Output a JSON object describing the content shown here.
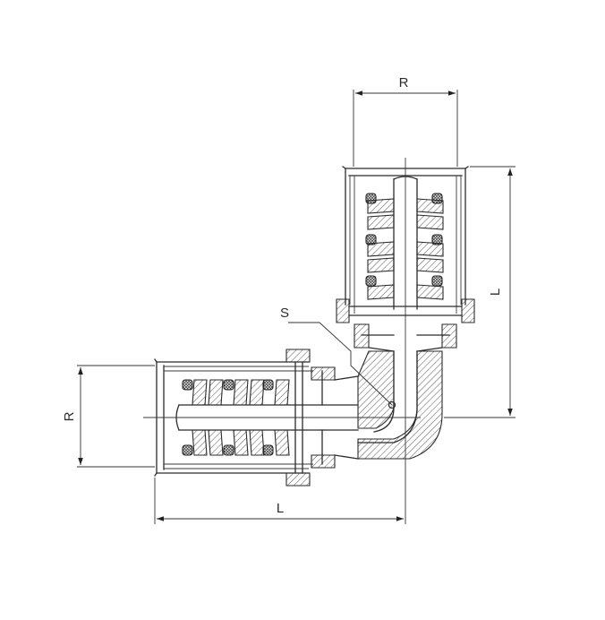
{
  "labels": {
    "top_width": "R",
    "left_height": "R",
    "right_length": "L",
    "bottom_length": "L",
    "sleeve": "S"
  }
}
